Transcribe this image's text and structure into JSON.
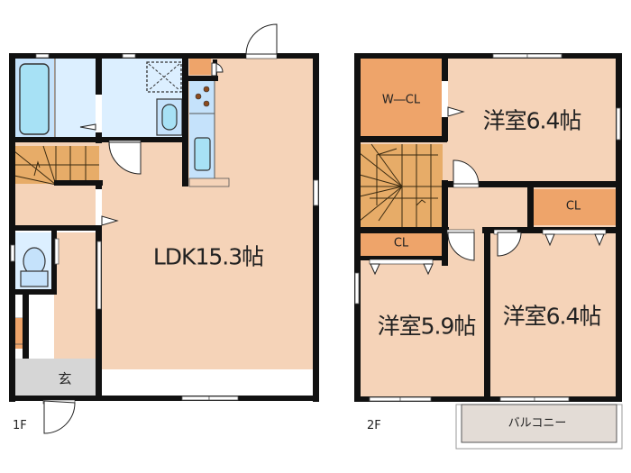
{
  "colors": {
    "wall": "#111111",
    "room_floor": "#f5d3b8",
    "storage": "#eea46a",
    "stairs": "#e7ac68",
    "wet_area": "#dcefff",
    "fixture": "#a7e1f5",
    "entry": "#d6d6d6",
    "balcony": "#e3dcd6"
  },
  "floor1": {
    "label": "1F",
    "rooms": {
      "ldk": "LDK15.3帖",
      "genkan": "玄"
    }
  },
  "floor2": {
    "label": "2F",
    "rooms": {
      "wcl": "W―CL",
      "western_room_a": "洋室6.4帖",
      "closet_a": "CL",
      "closet_b": "CL",
      "western_room_b": "洋室5.9帖",
      "western_room_c": "洋室6.4帖",
      "balcony": "バルコニー"
    }
  }
}
